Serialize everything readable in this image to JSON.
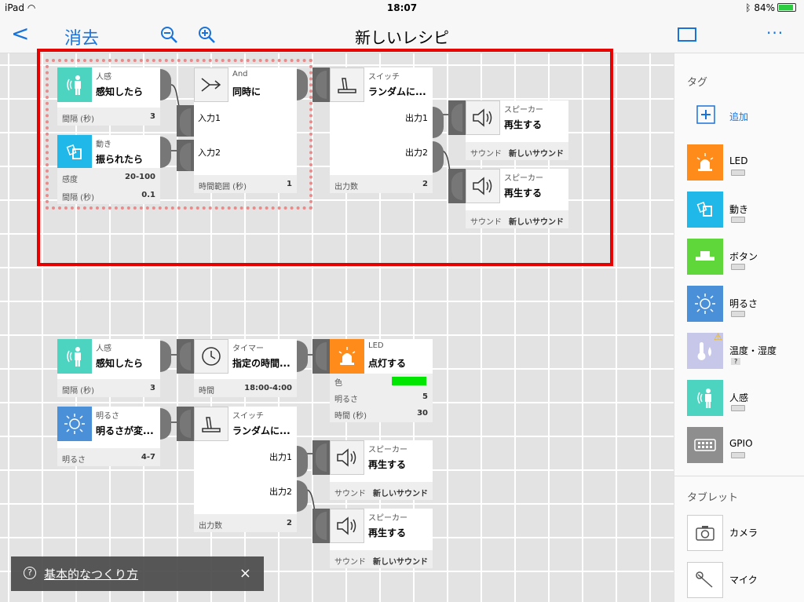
{
  "status": {
    "device": "iPad",
    "time": "18:07",
    "battery": "84%"
  },
  "nav": {
    "back": "<",
    "clear": "消去",
    "title": "新しいレシピ",
    "more": "···"
  },
  "nodes": {
    "n1": {
      "cat": "人感",
      "name": "感知したら",
      "p1l": "間隔 (秒)",
      "p1v": "3"
    },
    "n2": {
      "cat": "動き",
      "name": "振られたら",
      "p1l": "感度",
      "p1v": "20-100",
      "p2l": "間隔 (秒)",
      "p2v": "0.1"
    },
    "n3": {
      "cat": "And",
      "name": "同時に",
      "in1": "入力1",
      "in2": "入力2",
      "p1l": "時間範囲 (秒)",
      "p1v": "1"
    },
    "n4": {
      "cat": "スイッチ",
      "name": "ランダムに...",
      "out1": "出力1",
      "out2": "出力2",
      "p1l": "出力数",
      "p1v": "2"
    },
    "n5": {
      "cat": "スピーカー",
      "name": "再生する",
      "p1l": "サウンド",
      "p1v": "新しいサウンド"
    },
    "n6": {
      "cat": "スピーカー",
      "name": "再生する",
      "p1l": "サウンド",
      "p1v": "新しいサウンド"
    },
    "n7": {
      "cat": "人感",
      "name": "感知したら",
      "p1l": "間隔 (秒)",
      "p1v": "3"
    },
    "n8": {
      "cat": "タイマー",
      "name": "指定の時間...",
      "p1l": "時間",
      "p1v": "18:00-4:00"
    },
    "n9": {
      "cat": "LED",
      "name": "点灯する",
      "p0l": "色",
      "p1l": "明るさ",
      "p1v": "5",
      "p2l": "時間 (秒)",
      "p2v": "30",
      "ledcolor": "#00e600"
    },
    "n10": {
      "cat": "明るさ",
      "name": "明るさが変...",
      "p1l": "明るさ",
      "p1v": "4-7"
    },
    "n11": {
      "cat": "スイッチ",
      "name": "ランダムに...",
      "out1": "出力1",
      "out2": "出力2",
      "p1l": "出力数",
      "p1v": "2"
    },
    "n12": {
      "cat": "スピーカー",
      "name": "再生する",
      "p1l": "サウンド",
      "p1v": "新しいサウンド"
    },
    "n13": {
      "cat": "スピーカー",
      "name": "再生する",
      "p1l": "サウンド",
      "p1v": "新しいサウンド"
    }
  },
  "sidebar": {
    "tag_head": "タグ",
    "add": "追加",
    "items": [
      "LED",
      "動き",
      "ボタン",
      "明るさ",
      "温度・湿度",
      "人感",
      "GPIO"
    ],
    "temp_badge": "?",
    "tablet_head": "タブレット",
    "tablet": [
      "カメラ",
      "マイク"
    ]
  },
  "help": {
    "label": "基本的なつくり方",
    "close": "×"
  },
  "colors": {
    "accent": "#1a73d9",
    "led": "#ff8c1a",
    "motion": "#1fb8e8",
    "button": "#5fd63a",
    "bright": "#4a90d9",
    "humid": "#c7c7ea",
    "human": "#4dd4c0",
    "gpio": "#8e8e8e"
  }
}
